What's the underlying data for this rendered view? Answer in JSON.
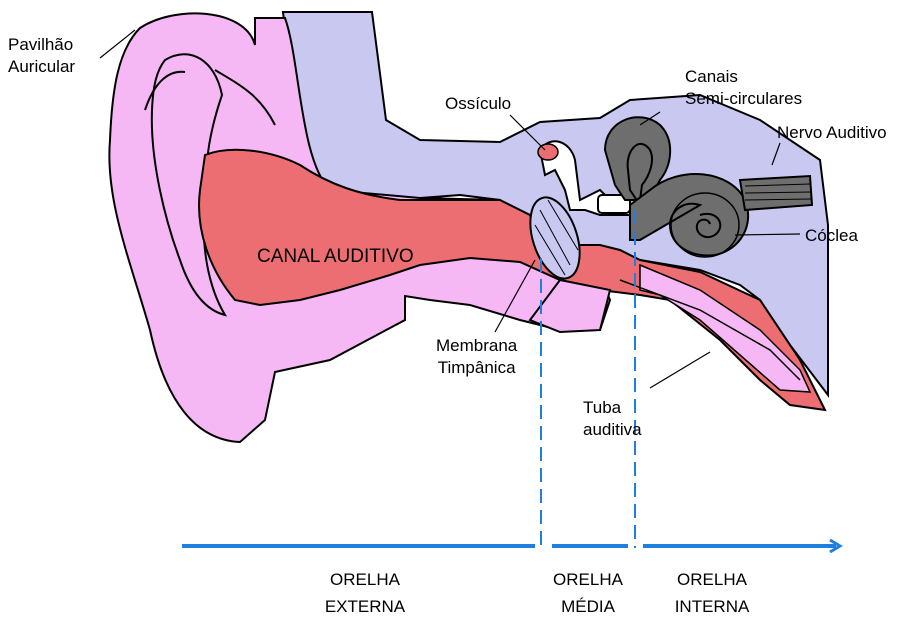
{
  "labels": {
    "pinna_line1": "Pavilhão",
    "pinna_line2": "Auricular",
    "ossicle": "Ossículo",
    "canals_line1": "Canais",
    "canals_line2": "Semi-circulares",
    "nerve": "Nervo Auditivo",
    "canal": "CANAL AUDITIVO",
    "cochlea": "Cóclea",
    "membrane_line1": "Membrana",
    "membrane_line2": "Timpânica",
    "tube_line1": "Tuba",
    "tube_line2": "auditiva"
  },
  "sections": [
    {
      "line1": "ORELHA",
      "line2": "EXTERNA"
    },
    {
      "line1": "ORELHA",
      "line2": "MÉDIA"
    },
    {
      "line1": "ORELHA",
      "line2": "INTERNA"
    }
  ],
  "colors": {
    "pink": "#f5b8f5",
    "red": "#ec6e72",
    "lavender": "#c8c8f0",
    "gray": "#6e6e6e",
    "white": "#ffffff",
    "line": "#000000",
    "division": "#1e7fdc"
  }
}
